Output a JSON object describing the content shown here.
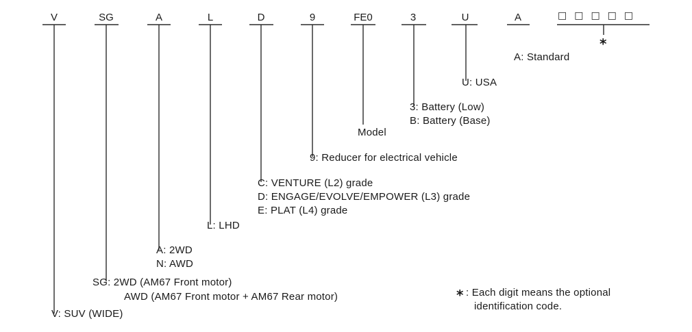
{
  "positions": [
    {
      "code": "V",
      "lines": [
        "V: SUV (WIDE)"
      ]
    },
    {
      "code": "SG",
      "lines": [
        "SG: 2WD (AM67 Front motor)",
        "AWD (AM67 Front motor + AM67 Rear motor)"
      ]
    },
    {
      "code": "A",
      "lines": [
        "A: 2WD",
        "N: AWD"
      ]
    },
    {
      "code": "L",
      "lines": [
        "L: LHD"
      ]
    },
    {
      "code": "D",
      "lines": [
        "C: VENTURE (L2) grade",
        "D: ENGAGE/EVOLVE/EMPOWER (L3) grade",
        "E: PLAT (L4) grade"
      ]
    },
    {
      "code": "9",
      "lines": [
        "9: Reducer for electrical vehicle"
      ]
    },
    {
      "code": "FE0",
      "lines": [
        "Model"
      ]
    },
    {
      "code": "3",
      "lines": [
        "3: Battery (Low)",
        "B: Battery (Base)"
      ]
    },
    {
      "code": "U",
      "lines": [
        "U: USA"
      ]
    },
    {
      "code": "A",
      "lines": [
        "A: Standard"
      ]
    }
  ],
  "optional": {
    "boxes": "□□□□□",
    "marker": "*",
    "note_marker": "*",
    "note_lines": [
      ": Each digit means the optional",
      "identification code."
    ]
  },
  "colors": {
    "line": "#2a2a2a",
    "text": "#1a1a1a"
  }
}
